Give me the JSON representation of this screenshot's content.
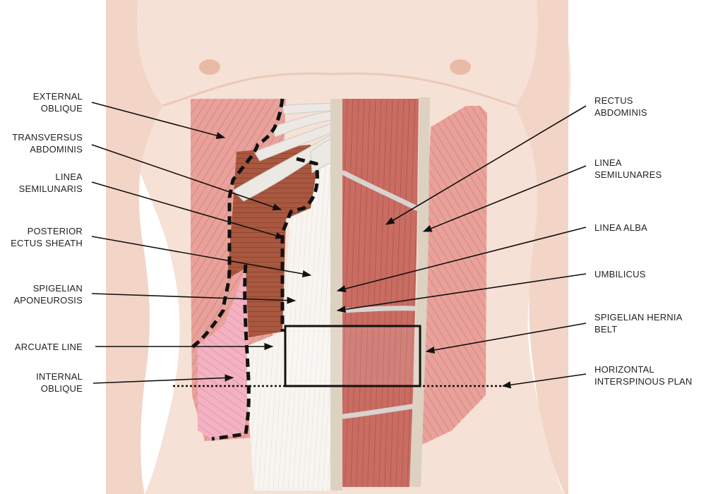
{
  "labels": {
    "external_oblique": [
      "EXTERNAL",
      "OBLIQUE"
    ],
    "transversus_abdominis": [
      "TRANSVERSUS",
      "ABDOMINIS"
    ],
    "linea_semilunaris": [
      "LINEA",
      "SEMILUNARIS"
    ],
    "posterior_rectus_sheath": [
      "POSTERIOR",
      "ECTUS SHEATH"
    ],
    "spigelian_aponeurosis": [
      "SPIGELIAN",
      "APONEUROSIS"
    ],
    "arcuate_line": [
      "ARCUATE LINE"
    ],
    "internal_oblique": [
      "INTERNAL",
      "OBLIQUE"
    ],
    "rectus_abdominis": [
      "RECTUS",
      "ABDOMINIS"
    ],
    "linea_semilunares": [
      "LINEA",
      "SEMILUNARES"
    ],
    "linea_alba": [
      "LINEA ALBA"
    ],
    "umbilicus": [
      "UMBILICUS"
    ],
    "spigelian_hernia_belt": [
      "SPIGELIAN HERNIA",
      "BELT"
    ],
    "horizontal_interspinous_plane": [
      "HORIZONTAL",
      "INTERSPINOUS PLAN"
    ]
  },
  "colors": {
    "skin": "#f6e1d6",
    "muscle": "#e8a39a",
    "rectus": "#c9695f",
    "transversus": "#a8553f",
    "internal_oblique": "#f4b4c4",
    "aponeurosis": "#f7f3ee",
    "tendon": "#dcd0c0"
  }
}
